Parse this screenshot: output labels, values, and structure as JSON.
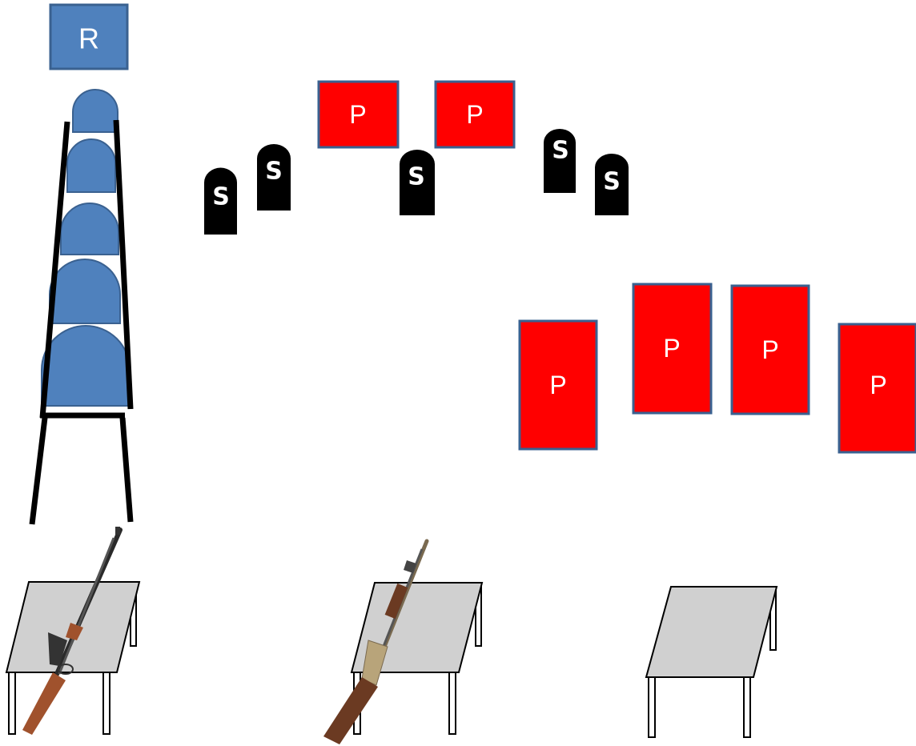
{
  "rifle_target": {
    "label": "R"
  },
  "paper_targets": [
    {
      "label": "P"
    },
    {
      "label": "P"
    },
    {
      "label": "P"
    },
    {
      "label": "P"
    },
    {
      "label": "P"
    },
    {
      "label": "P"
    }
  ],
  "shotgun_targets": [
    {
      "label": "S"
    },
    {
      "label": "S"
    },
    {
      "label": "S"
    },
    {
      "label": "S"
    },
    {
      "label": "S"
    }
  ],
  "colors": {
    "rifle_target_fill": "#4F81BD",
    "rifle_target_border": "#3A6190",
    "paper_target_fill": "#FF0000",
    "paper_target_border": "#3A6190",
    "shotgun_target_fill": "#000000",
    "table_top": "#D0D0D0",
    "rifle_wood": "#A0522D",
    "shotgun_wood": "#6B3A22",
    "shotgun_receiver": "#B8A47A"
  },
  "tables": [
    {
      "holds": "lever-action-rifle"
    },
    {
      "holds": "pump-shotgun"
    },
    {
      "holds": "empty"
    }
  ]
}
